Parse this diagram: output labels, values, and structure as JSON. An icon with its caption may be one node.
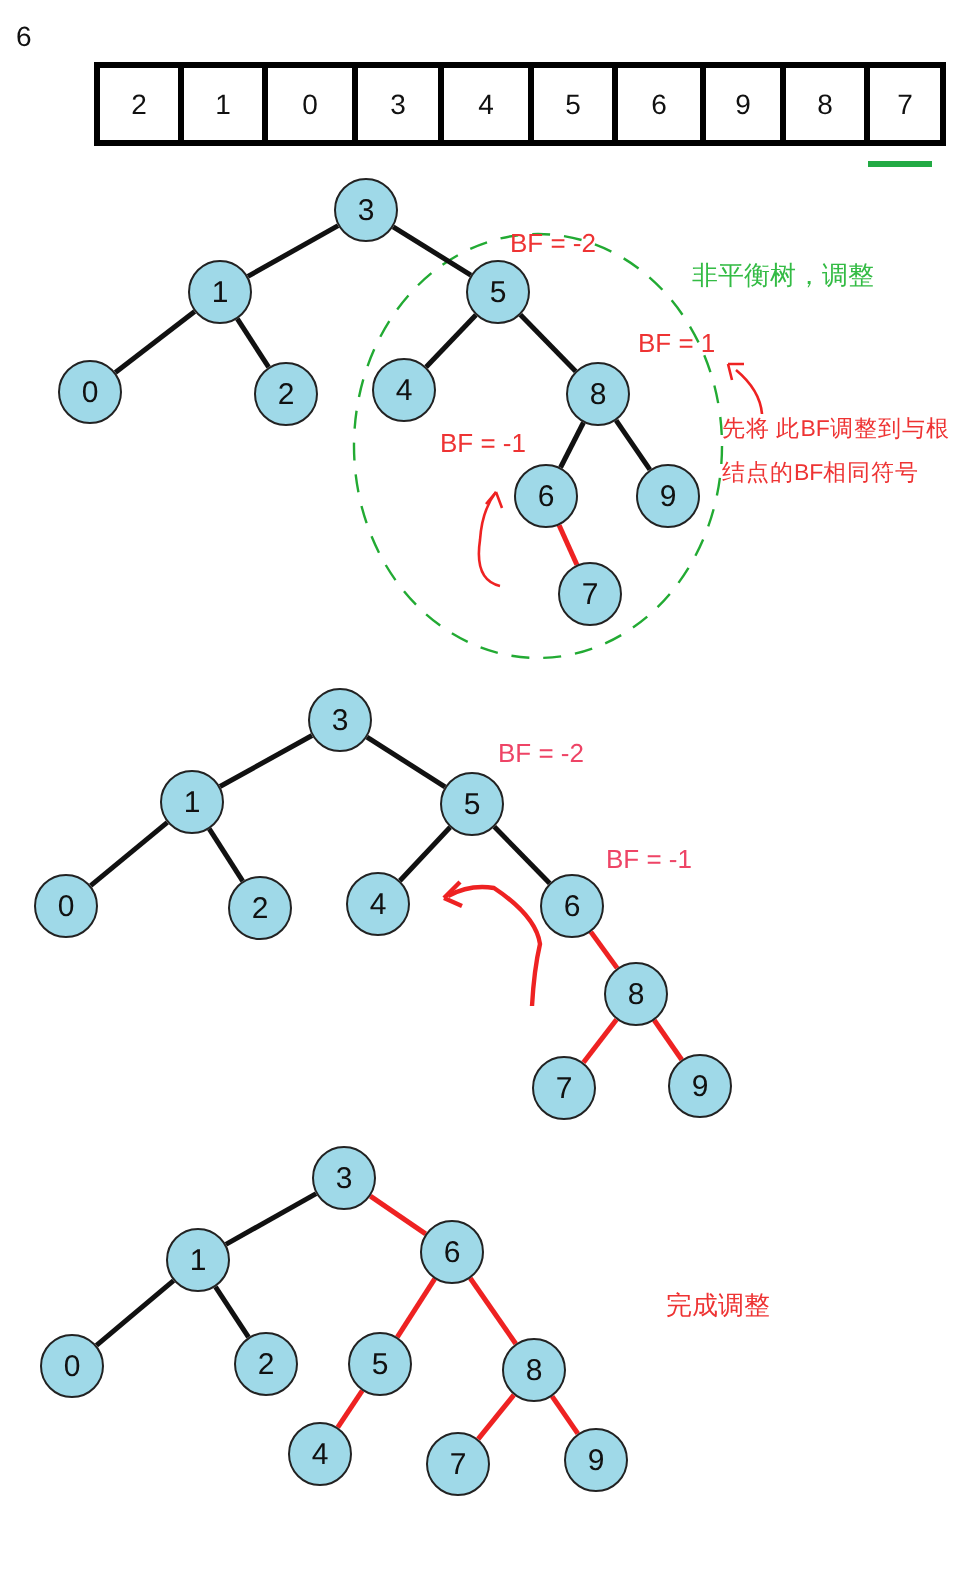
{
  "diagram": {
    "nodes": [
      {
        "text": [
          "2"
        ]
      },
      {
        "text": [
          "1"
        ]
      },
      {
        "text": [
          "0"
        ]
      },
      {
        "text": [
          "3"
        ]
      },
      {
        "text": [
          "4"
        ]
      },
      {
        "text": [
          "5"
        ]
      },
      {
        "text": [
          "6"
        ]
      },
      {
        "text": [
          "9"
        ]
      },
      {
        "text": [
          "8"
        ]
      },
      {
        "text": [
          "7"
        ]
      },
      {
        "text": [
          "3"
        ]
      },
      {
        "text": [
          "1"
        ]
      },
      {
        "text": [],
        "shape": "ellipse"
      },
      {
        "text": [
          "5"
        ],
        "in": 12
      },
      {
        "text": [
          "0"
        ]
      },
      {
        "text": [
          "2"
        ]
      },
      {
        "text": [
          "4"
        ],
        "in": 12
      },
      {
        "text": [
          "8"
        ],
        "in": 12
      },
      {
        "text": [
          "6"
        ],
        "in": 12
      },
      {
        "text": [
          "9"
        ],
        "in": 12
      },
      {
        "text": [
          "7"
        ],
        "in": 12
      },
      {
        "text": [
          "3"
        ]
      },
      {
        "text": [
          "1"
        ]
      },
      {
        "text": [
          "5"
        ]
      },
      {
        "text": [
          "0"
        ]
      },
      {
        "text": [
          "2"
        ]
      },
      {
        "text": [
          "4"
        ]
      },
      {
        "text": [
          "6"
        ]
      },
      {
        "text": [
          "8"
        ]
      },
      {
        "text": [
          "7"
        ]
      },
      {
        "text": [
          "9"
        ]
      },
      {
        "text": [
          "3"
        ]
      },
      {
        "text": [
          "1"
        ]
      },
      {
        "text": [
          "6"
        ]
      },
      {
        "text": [
          "0"
        ]
      },
      {
        "text": [
          "2"
        ]
      },
      {
        "text": [
          "5"
        ]
      },
      {
        "text": [
          "8"
        ]
      },
      {
        "text": [
          "4"
        ]
      },
      {
        "text": [
          "7"
        ]
      },
      {
        "text": [
          "9"
        ]
      }
    ],
    "edges": [
      {
        "from": 10,
        "to": 11,
        "arrow": "none"
      },
      {
        "from": 10,
        "to": 13,
        "arrow": "none"
      },
      {
        "from": 11,
        "to": 14,
        "arrow": "none"
      },
      {
        "from": 11,
        "to": 15,
        "arrow": "none"
      },
      {
        "from": 13,
        "to": 16,
        "arrow": "none"
      },
      {
        "from": 13,
        "to": 17,
        "arrow": "none"
      },
      {
        "from": 17,
        "to": 18,
        "arrow": "none"
      },
      {
        "from": 17,
        "to": 19,
        "arrow": "none"
      },
      {
        "from": 18,
        "to": 20,
        "arrow": "none",
        "color": "#ee2222"
      },
      {
        "from": 21,
        "to": 22,
        "arrow": "none"
      },
      {
        "from": 21,
        "to": 23,
        "arrow": "none"
      },
      {
        "from": 22,
        "to": 24,
        "arrow": "none"
      },
      {
        "from": 22,
        "to": 25,
        "arrow": "none"
      },
      {
        "from": 23,
        "to": 26,
        "arrow": "none"
      },
      {
        "from": 23,
        "to": 27,
        "arrow": "none"
      },
      {
        "from": 27,
        "to": 28,
        "arrow": "none",
        "color": "#ee2222"
      },
      {
        "from": 28,
        "to": 29,
        "arrow": "none",
        "color": "#ee2222"
      },
      {
        "from": 28,
        "to": 30,
        "arrow": "none",
        "color": "#ee2222"
      },
      {
        "from": 31,
        "to": 32,
        "arrow": "none"
      },
      {
        "from": 31,
        "to": 33,
        "arrow": "none",
        "color": "#ee2222"
      },
      {
        "from": 32,
        "to": 34,
        "arrow": "none"
      },
      {
        "from": 32,
        "to": 35,
        "arrow": "none"
      },
      {
        "from": 33,
        "to": 36,
        "arrow": "none",
        "color": "#ee2222"
      },
      {
        "from": 33,
        "to": 37,
        "arrow": "none",
        "color": "#ee2222"
      },
      {
        "from": 36,
        "to": 38,
        "arrow": "none",
        "color": "#ee2222"
      },
      {
        "from": 37,
        "to": 39,
        "arrow": "none",
        "color": "#ee2222"
      },
      {
        "from": 37,
        "to": 40,
        "arrow": "none",
        "color": "#ee2222"
      }
    ],
    "labels": [
      "6",
      "BF = -2",
      "非平衡树，调整",
      "BF = 1",
      "先将 此BF调整到与根结点的BF相同符号",
      "BF = -1",
      "BF = -2",
      "BF = -1",
      "完成调整"
    ]
  }
}
